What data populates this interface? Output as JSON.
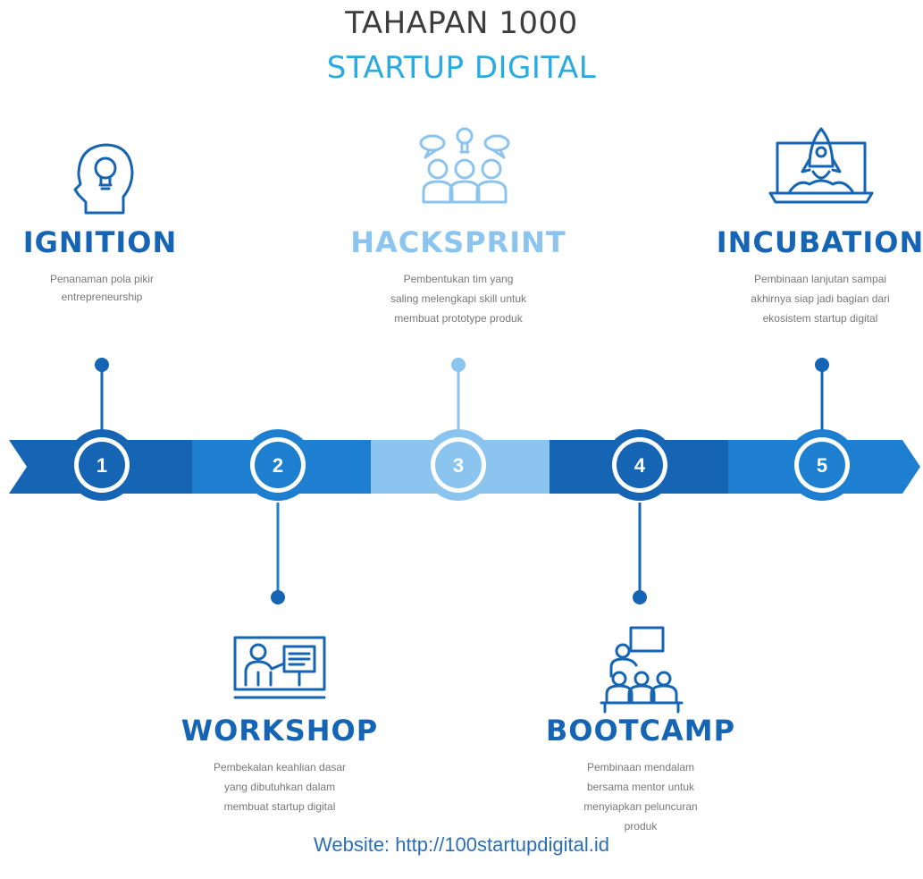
{
  "header": {
    "title_line1": "TAHAPAN 1000",
    "title_line2": "STARTUP DIGITAL"
  },
  "colors": {
    "dark_blue": "#1565b4",
    "mid_blue": "#1e7fd0",
    "light_blue": "#8cc4f0",
    "accent_cyan": "#29aae1",
    "text_grey": "#6f6f6f"
  },
  "stages": [
    {
      "number": "1",
      "title": "IGNITION",
      "icon": "head-lightbulb-icon",
      "description_lines": [
        "Penanaman pola pikir",
        "entrepreneurship"
      ]
    },
    {
      "number": "2",
      "title": "WORKSHOP",
      "icon": "presentation-board-icon",
      "description_lines": [
        "Pembekalan keahlian dasar",
        "yang dibutuhkan dalam",
        "membuat startup digital"
      ]
    },
    {
      "number": "3",
      "title": "HACKSPRINT",
      "icon": "team-idea-icon",
      "description_lines": [
        "Pembentukan tim yang",
        "saling melengkapi skill untuk",
        "membuat prototype produk"
      ]
    },
    {
      "number": "4",
      "title": "BOOTCAMP",
      "icon": "classroom-icon",
      "description_lines": [
        "Pembinaan mendalam",
        "bersama mentor untuk",
        "menyiapkan peluncuran",
        "produk"
      ]
    },
    {
      "number": "5",
      "title": "INCUBATION",
      "icon": "rocket-laptop-icon",
      "description_lines": [
        "Pembinaan lanjutan sampai",
        "akhirnya siap jadi bagian dari",
        "ekosistem startup digital"
      ]
    }
  ],
  "footer": {
    "website": "Website: http://100startupdigital.id"
  }
}
